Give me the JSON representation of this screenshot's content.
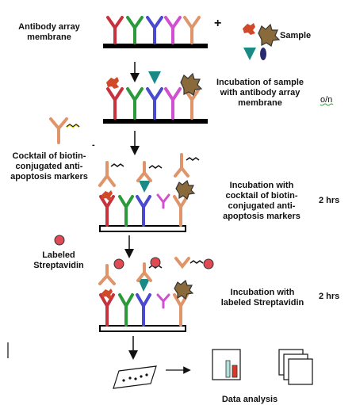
{
  "labels": {
    "antibody_array": [
      "Antibody array",
      "membrane"
    ],
    "plus": "+",
    "sample": "Sample",
    "step1": [
      "Incubation of sample",
      "with antibody array",
      "membrane"
    ],
    "step1_time": "o/n",
    "cocktail": [
      "Cocktail of biotin-",
      "conjugated anti-",
      "apoptosis markers"
    ],
    "step2": [
      "Incubation with",
      "cocktail of  biotin-",
      "conjugated anti-",
      "apoptosis markers"
    ],
    "step2_time": "2 hrs",
    "streptavidin": [
      "Labeled",
      "Streptavidin"
    ],
    "step3": [
      "Incubation with",
      "labeled Streptavidin"
    ],
    "step3_time": "2 hrs",
    "data_analysis": "Data analysis"
  },
  "colors": {
    "red_antibody": "#c8323c",
    "green_antibody": "#2a9a3a",
    "blue_antibody": "#4a4ad0",
    "magenta_antibody": "#d050d0",
    "orange_antibody": "#e0946a",
    "membrane": "#000000",
    "teal_protein": "#1a8a86",
    "navy_protein": "#2a2a70",
    "red_protein": "#d04a2a",
    "streptavidin": "#e04a55",
    "chart_bar_teal": "#aee3de",
    "chart_bar_red": "#d83a2a"
  }
}
